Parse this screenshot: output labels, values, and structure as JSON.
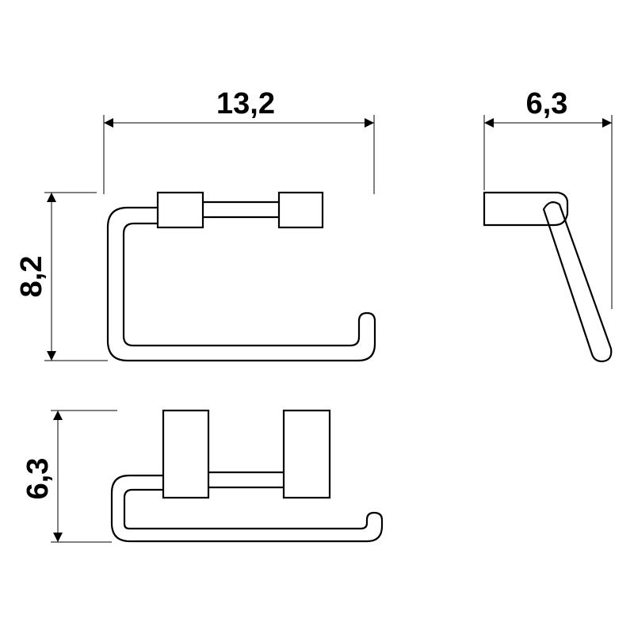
{
  "dimensions": {
    "front_width": "13,2",
    "front_height": "8,2",
    "side_depth": "6,3",
    "top_depth": "6,3"
  },
  "colors": {
    "line": "#000000",
    "background": "#ffffff"
  }
}
